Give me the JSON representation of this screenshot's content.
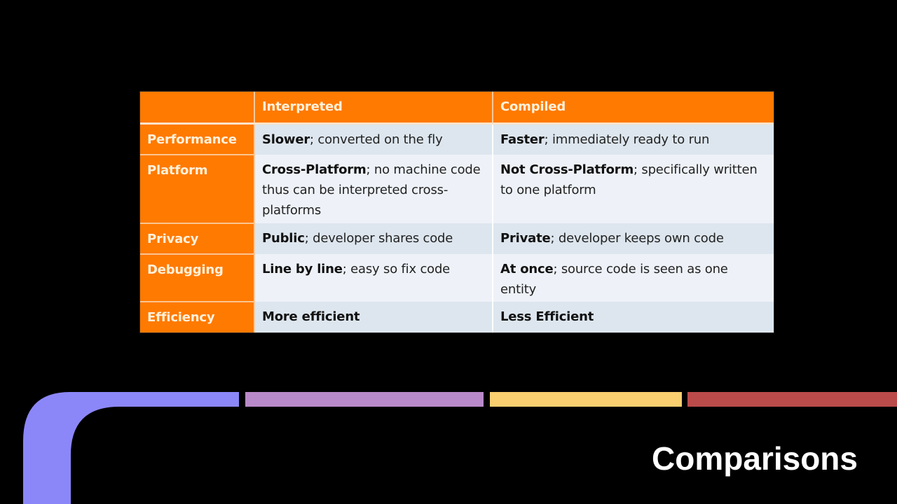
{
  "slide": {
    "title": "Comparisons",
    "colors": {
      "header_orange": "#ff7a00",
      "bar_purple": "#8b87f9",
      "bar_pink": "#b98ac9",
      "bar_yellow": "#f9cf70",
      "bar_red": "#bb4b4b"
    }
  },
  "table": {
    "headers": [
      "",
      "Interpreted",
      "Compiled"
    ],
    "rows": [
      {
        "label": "Performance",
        "interpreted": {
          "bold": "Slower",
          "rest": "; converted on the fly"
        },
        "compiled": {
          "bold": "Faster",
          "rest": "; immediately ready to run"
        }
      },
      {
        "label": "Platform",
        "interpreted": {
          "bold": "Cross-Platform",
          "rest": "; no machine code thus can be interpreted cross-platforms"
        },
        "compiled": {
          "bold": "Not Cross-Platform",
          "rest": "; specifically written to one platform"
        }
      },
      {
        "label": "Privacy",
        "interpreted": {
          "bold": "Public",
          "rest": "; developer shares code"
        },
        "compiled": {
          "bold": "Private",
          "rest": "; developer keeps own code"
        }
      },
      {
        "label": "Debugging",
        "interpreted": {
          "bold": "Line by line",
          "rest": "; easy so fix code"
        },
        "compiled": {
          "bold": "At once",
          "rest": "; source code is seen as one entity"
        }
      },
      {
        "label": "Efficiency",
        "interpreted": {
          "bold": "More efficient",
          "rest": ""
        },
        "compiled": {
          "bold": "Less Efficient",
          "rest": ""
        }
      }
    ]
  }
}
